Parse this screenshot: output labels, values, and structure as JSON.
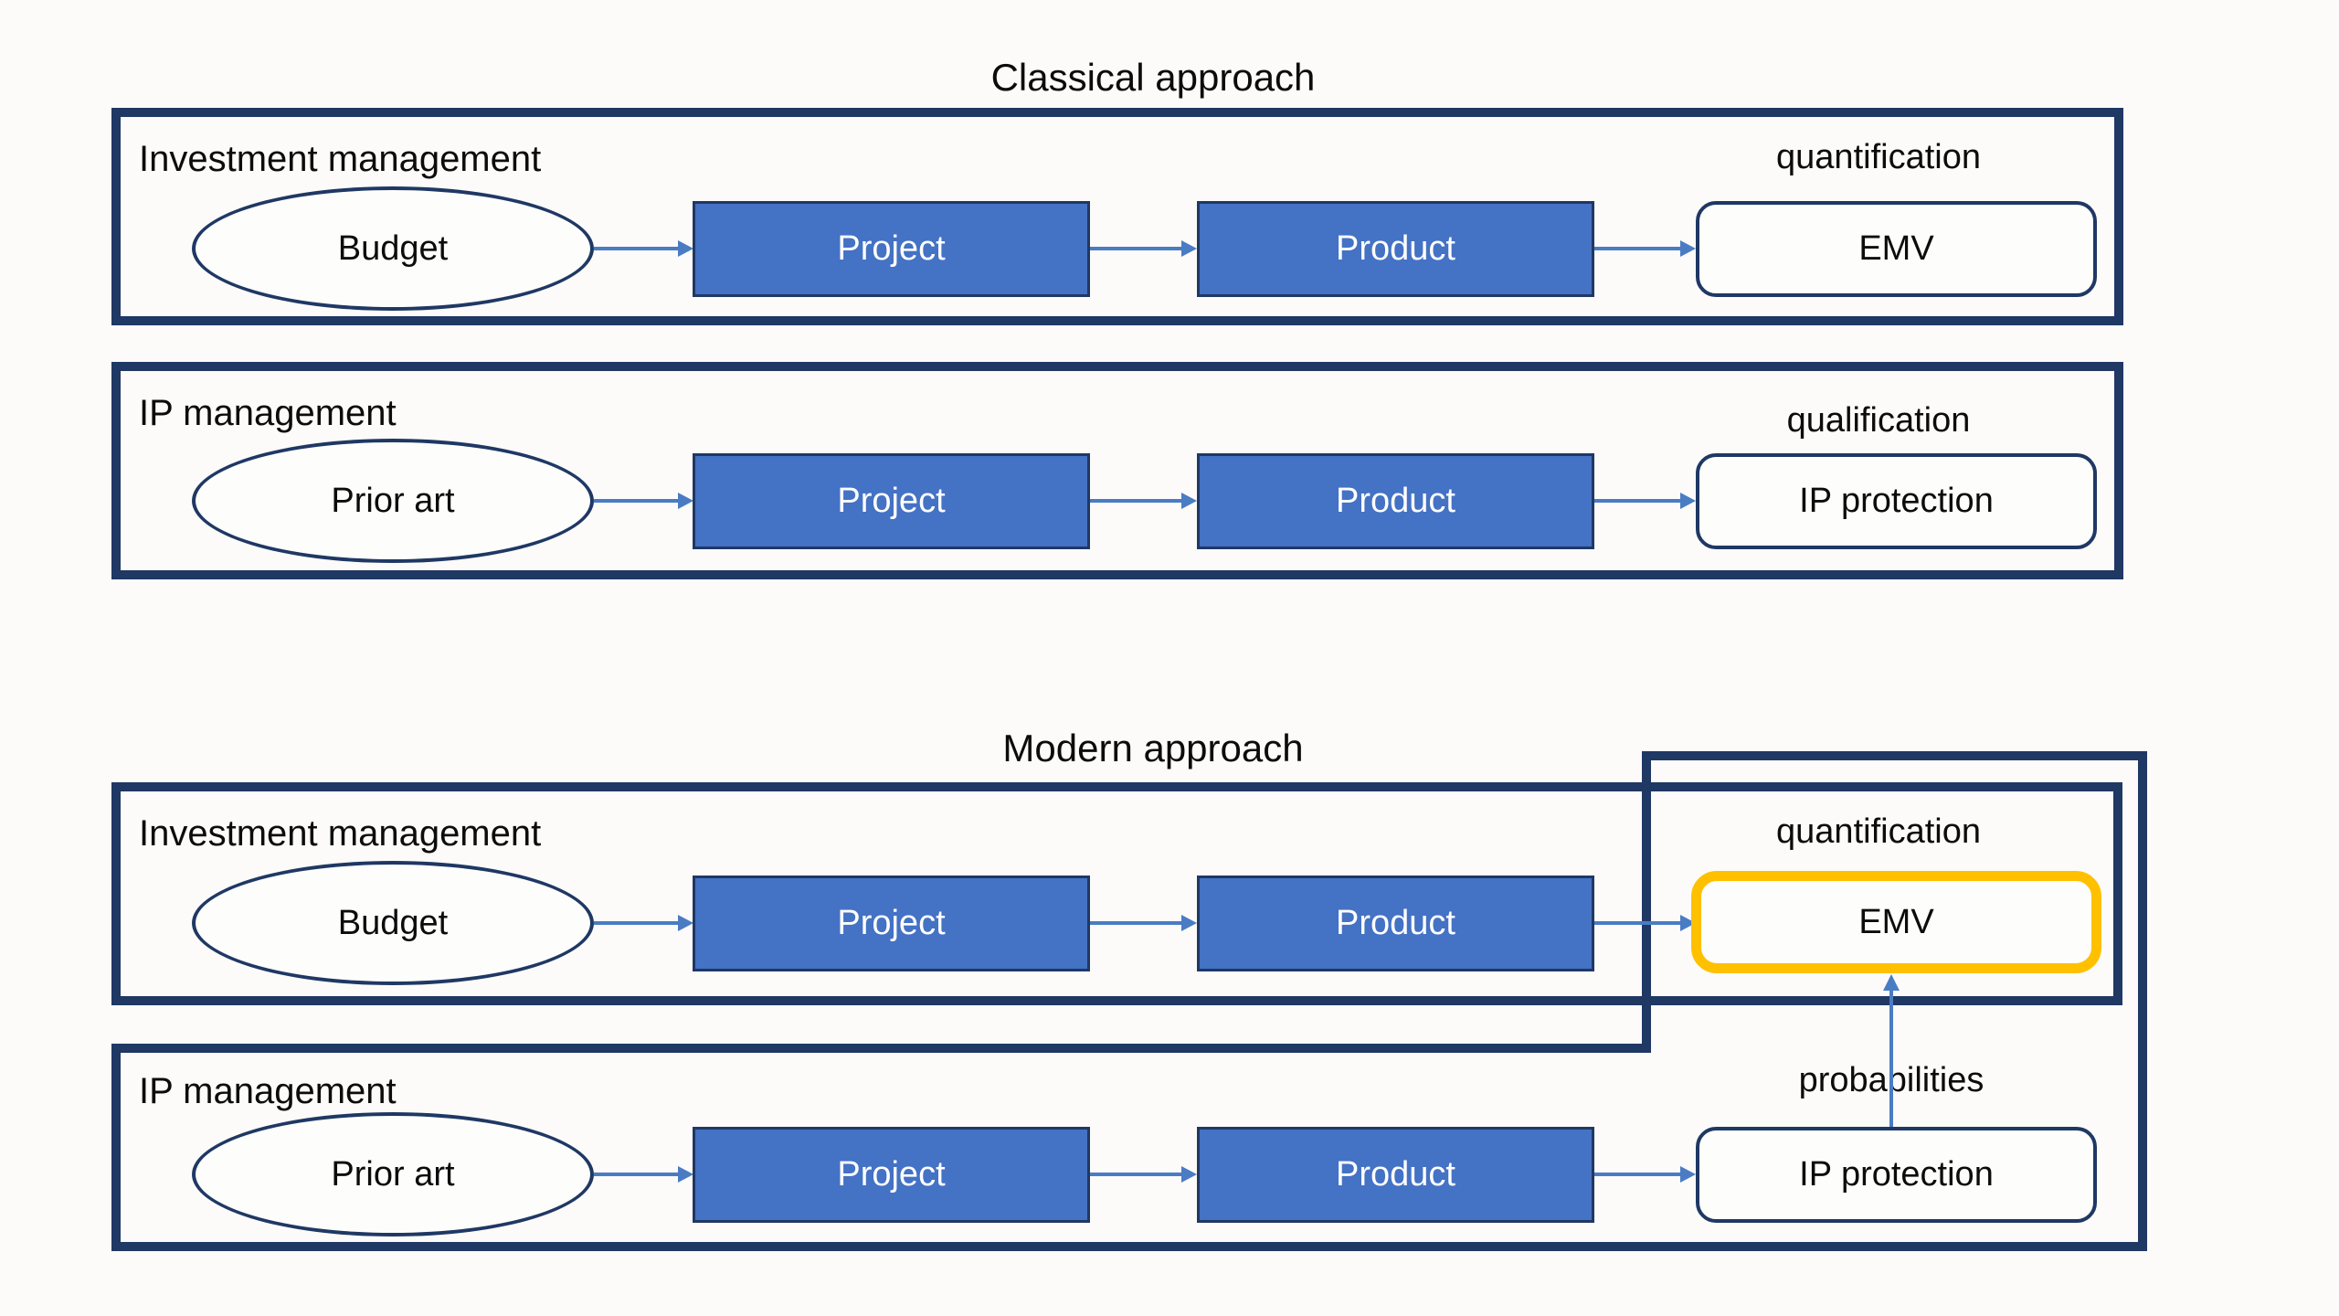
{
  "colors": {
    "outer_border": "#1f3864",
    "shape_fill": "#4472c4",
    "arrow": "#4a7cc4",
    "highlight": "#ffc000",
    "background": "#fcfbf9"
  },
  "classical": {
    "title": "Classical approach",
    "investment_row": {
      "label": "Investment management",
      "source": "Budget",
      "step1": "Project",
      "step2": "Product",
      "outcome_label": "quantification",
      "outcome": "EMV"
    },
    "ip_row": {
      "label": "IP management",
      "source": "Prior art",
      "step1": "Project",
      "step2": "Product",
      "outcome_label": "qualification",
      "outcome": "IP protection"
    }
  },
  "modern": {
    "title": "Modern approach",
    "investment_row": {
      "label": "Investment management",
      "source": "Budget",
      "step1": "Project",
      "step2": "Product",
      "outcome_label": "quantification",
      "outcome": "EMV",
      "outcome_highlighted": "true"
    },
    "ip_row": {
      "label": "IP management",
      "source": "Prior art",
      "step1": "Project",
      "step2": "Product",
      "arrow_label": "probabilities",
      "outcome": "IP protection"
    }
  }
}
